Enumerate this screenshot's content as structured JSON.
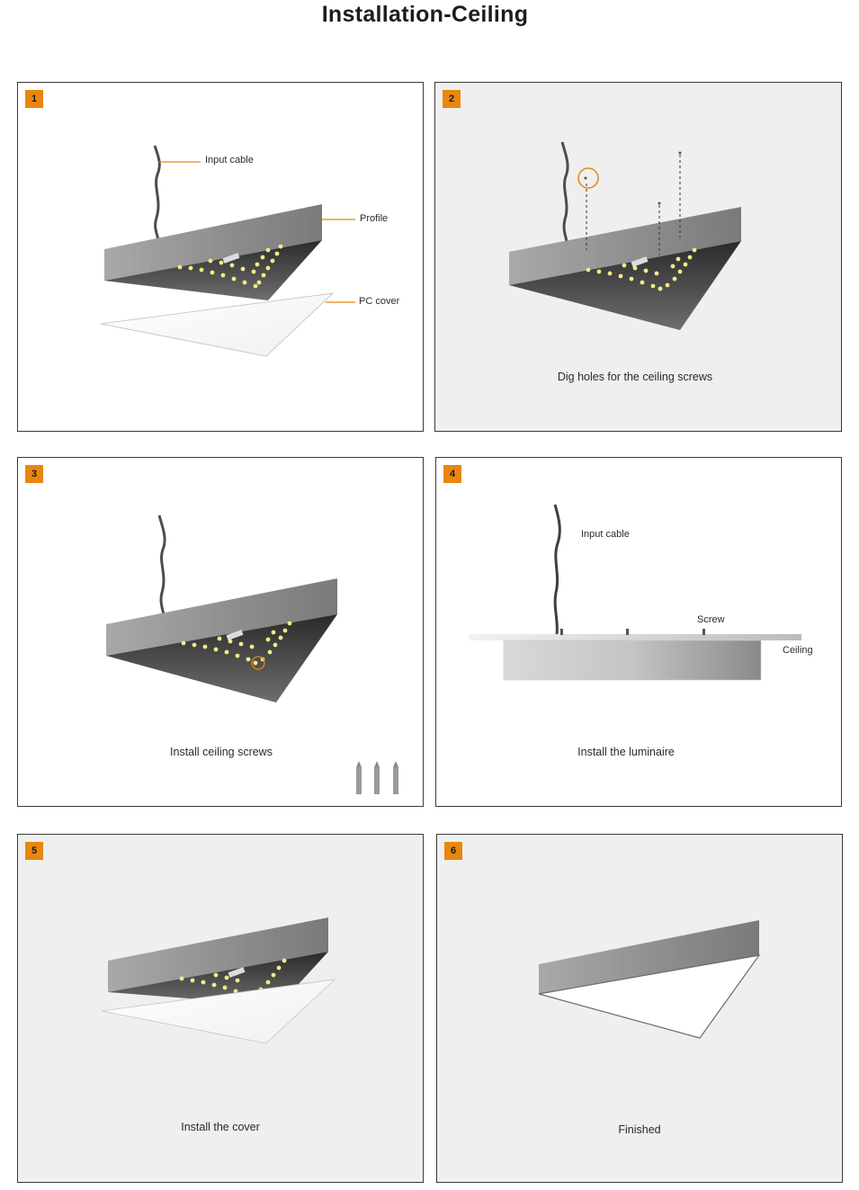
{
  "page": {
    "title": "Installation-Ceiling"
  },
  "colors": {
    "accent": "#e8870f",
    "panel_gray": "#efefef",
    "border": "#3a3a3a"
  },
  "steps": [
    {
      "number": "1",
      "callouts": {
        "input_cable": "Input cable",
        "profile": "Profile",
        "pc_cover": "PC cover"
      }
    },
    {
      "number": "2",
      "caption": "Dig holes for the ceiling  screws"
    },
    {
      "number": "3",
      "caption": "Install ceiling screws"
    },
    {
      "number": "4",
      "caption": "Install the luminaire",
      "callouts": {
        "input_cable": "Input cable",
        "screw": "Screw",
        "ceiling": "Ceiling"
      }
    },
    {
      "number": "5",
      "caption": "Install the cover"
    },
    {
      "number": "6",
      "caption": "Finished"
    }
  ]
}
